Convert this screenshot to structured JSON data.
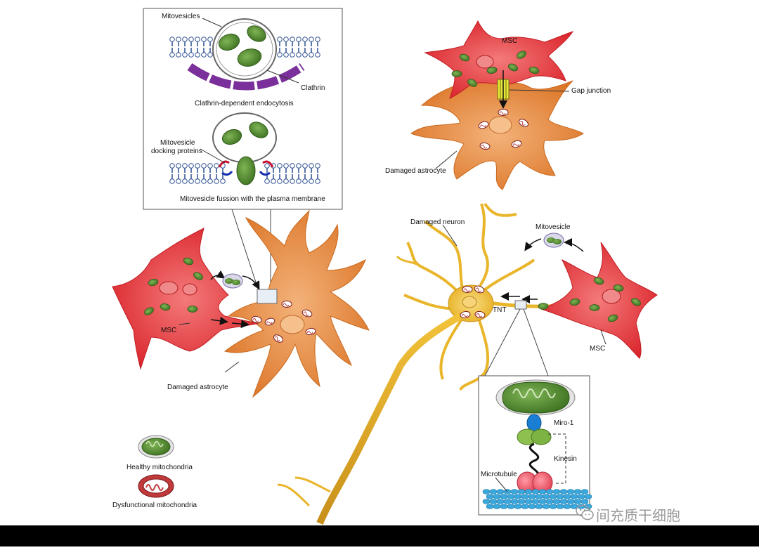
{
  "labels": {
    "mitovesicles": "Mitovesicles",
    "clathrin": "Clathrin",
    "clathrin_endocytosis": "Clathrin-dependent endocytosis",
    "docking_proteins_line1": "Mitovesicle",
    "docking_proteins_line2": "docking proteins",
    "fusion": "Mitovesicle fussion with the plasma membrane",
    "msc_top": "MSC",
    "gap_junction": "Gap junction",
    "damaged_astrocyte_top": "Damaged astrocyte",
    "damaged_neuron": "Damaged neuron",
    "mitovesicle": "Mitovesicle",
    "msc_left": "MSC",
    "damaged_astrocyte_left": "Damaged astrocyte",
    "tnt": "TNT",
    "msc_right": "MSC",
    "miro1": "Miro-1",
    "kinesin": "Kinesin",
    "microtubule": "Microtubule",
    "legend_healthy": "Healthy mitochondria",
    "legend_dysfunctional": "Dysfunctional mitochondria"
  },
  "watermark": "间充质干细胞",
  "colors": {
    "msc": "#e8343a",
    "astrocyte": "#e98a3a",
    "neuron": "#f2c23a",
    "axon": "#d9a520",
    "mito_healthy": "#4f8a2b",
    "mito_dysfunctional": "#c0393b",
    "clathrin": "#7a2f9a",
    "membrane": "#2a4d8f",
    "miro": "#1a7fd4",
    "microtubule": "#3aa8dc",
    "kinesin_head": "#e85a6a",
    "kinesin_green": "#7cb342",
    "gap_junction": "#e8e83a"
  },
  "icons": [
    "wechat-watermark-icon"
  ]
}
